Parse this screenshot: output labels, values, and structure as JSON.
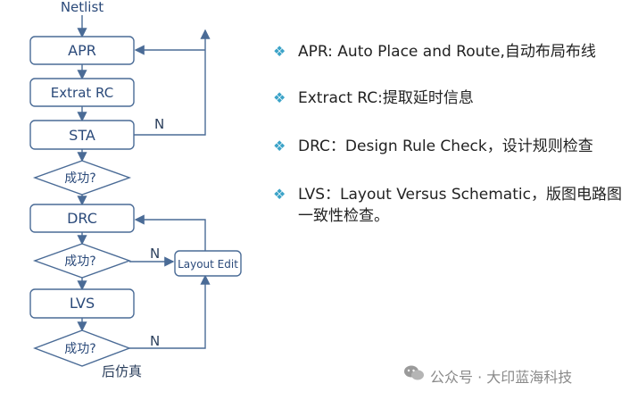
{
  "flow": {
    "netlist": "Netlist",
    "apr": "APR",
    "extract": "Extrat RC",
    "sta": "STA",
    "decision1": "成功?",
    "drc": "DRC",
    "decision2": "成功?",
    "lvs": "LVS",
    "decision3": "成功?",
    "post_sim": "后仿真",
    "n1": "N",
    "n2": "N",
    "n3": "N",
    "layout_edit": "Layout Edit"
  },
  "notes": [
    {
      "text": "APR: Auto Place and Route,自动布局布线"
    },
    {
      "text": "Extract RC:提取延时信息"
    },
    {
      "text": "DRC：Design Rule Check，设计规则检查"
    },
    {
      "text": "LVS：Layout Versus Schematic，版图电路图一致性检查。"
    }
  ],
  "watermark": {
    "text": "公众号 · 大印蓝海科技",
    "icon": "wechat-icon"
  },
  "colors": {
    "line": "#4a6b96",
    "box_stroke": "#4a6b96",
    "text": "#2b4a7a",
    "bullet": "#3ba3c8"
  }
}
